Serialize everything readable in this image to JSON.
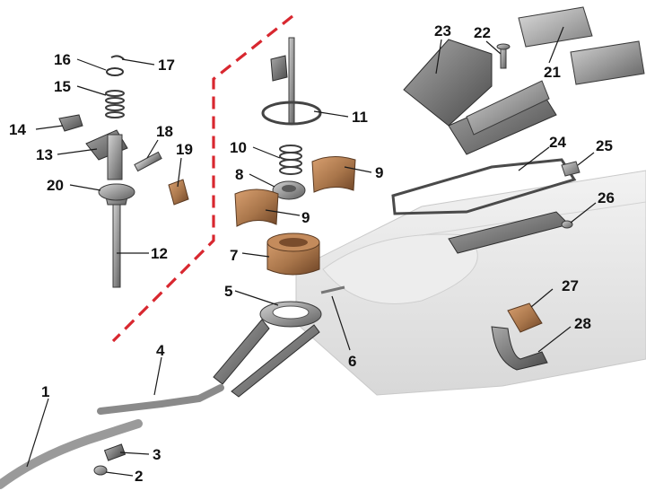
{
  "diagram": {
    "colors": {
      "dash": "#d8272f",
      "metal": "#8e8e8e",
      "rubber": "#a8754a",
      "tunnel": "#e6e6e6",
      "text": "#111111"
    },
    "callouts": [
      {
        "id": "1",
        "label": "1"
      },
      {
        "id": "2",
        "label": "2"
      },
      {
        "id": "3",
        "label": "3"
      },
      {
        "id": "4",
        "label": "4"
      },
      {
        "id": "5",
        "label": "5"
      },
      {
        "id": "6",
        "label": "6"
      },
      {
        "id": "7",
        "label": "7"
      },
      {
        "id": "8",
        "label": "8"
      },
      {
        "id": "9a",
        "label": "9"
      },
      {
        "id": "9b",
        "label": "9"
      },
      {
        "id": "10",
        "label": "10"
      },
      {
        "id": "11",
        "label": "11"
      },
      {
        "id": "12",
        "label": "12"
      },
      {
        "id": "13",
        "label": "13"
      },
      {
        "id": "14",
        "label": "14"
      },
      {
        "id": "15",
        "label": "15"
      },
      {
        "id": "16",
        "label": "16"
      },
      {
        "id": "17",
        "label": "17"
      },
      {
        "id": "18",
        "label": "18"
      },
      {
        "id": "19",
        "label": "19"
      },
      {
        "id": "20",
        "label": "20"
      },
      {
        "id": "21",
        "label": "21"
      },
      {
        "id": "22",
        "label": "22"
      },
      {
        "id": "23",
        "label": "23"
      },
      {
        "id": "24",
        "label": "24"
      },
      {
        "id": "25",
        "label": "25"
      },
      {
        "id": "26",
        "label": "26"
      },
      {
        "id": "27",
        "label": "27"
      },
      {
        "id": "28",
        "label": "28"
      }
    ]
  }
}
